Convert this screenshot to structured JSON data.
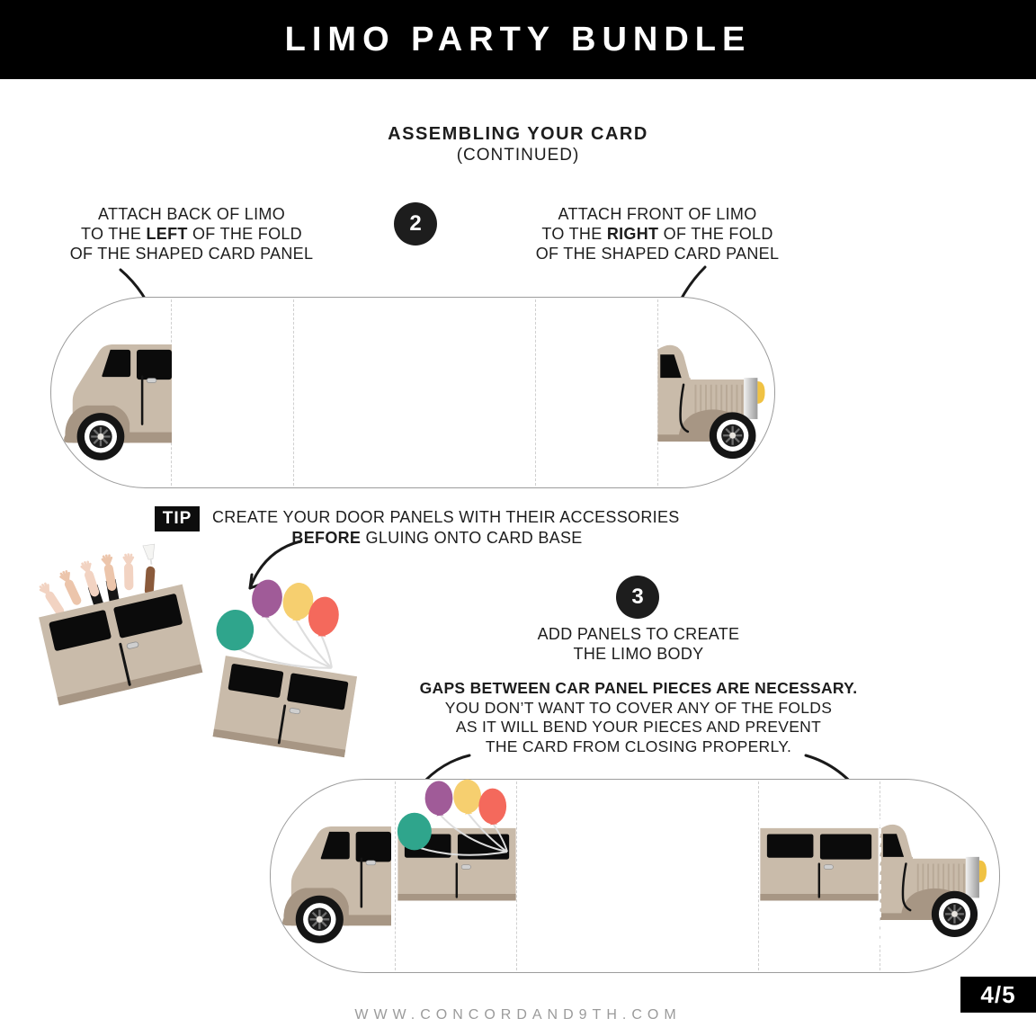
{
  "header": {
    "title": "LIMO PARTY BUNDLE"
  },
  "section": {
    "title": "ASSEMBLING YOUR CARD",
    "subtitle": "(CONTINUED)"
  },
  "step2": {
    "number": "2",
    "left": {
      "line1": "ATTACH BACK OF LIMO",
      "line2_pre": "TO THE",
      "line2_bold": "LEFT",
      "line2_post": "OF THE FOLD",
      "line3": "OF THE SHAPED CARD PANEL"
    },
    "right": {
      "line1": "ATTACH FRONT OF LIMO",
      "line2_pre": "TO THE",
      "line2_bold": "RIGHT",
      "line2_post": "OF THE FOLD",
      "line3": "OF THE SHAPED CARD PANEL"
    }
  },
  "tip": {
    "label": "TIP",
    "line1": "CREATE YOUR DOOR PANELS WITH THEIR ACCESSORIES",
    "line2_bold": "BEFORE",
    "line2_rest": "GLUING ONTO CARD BASE"
  },
  "step3": {
    "number": "3",
    "line1": "ADD PANELS TO CREATE",
    "line2": "THE LIMO BODY",
    "warning": {
      "line1": "GAPS BETWEEN CAR PANEL PIECES ARE NECESSARY.",
      "line2": "YOU DON’T WANT TO COVER ANY OF THE FOLDS",
      "line3": "AS IT WILL BEND YOUR PIECES AND PREVENT",
      "line4": "THE CARD FROM CLOSING PROPERLY."
    }
  },
  "footer": {
    "page": "4/5",
    "website": "WWW.CONCORDAND9TH.COM"
  },
  "palette": {
    "header_bg": "#000000",
    "text_black": "#1d1d1d",
    "limo_body_tan": "#c9bbaa",
    "limo_trim_taupe": "#a79684",
    "window_black": "#0b0b0b",
    "headlight_yellow": "#f0c243",
    "balloon_teal": "#2fa58c",
    "balloon_purple": "#a05b98",
    "balloon_yellow": "#f6cf6f",
    "balloon_coral": "#f4695c",
    "skin_light": "#f2d3c2",
    "skin_medium": "#ecc5ab",
    "card_outline_gray": "#9c9c9c",
    "fold_line_gray": "#cfcfcf",
    "website_gray": "#9b9b9b"
  }
}
